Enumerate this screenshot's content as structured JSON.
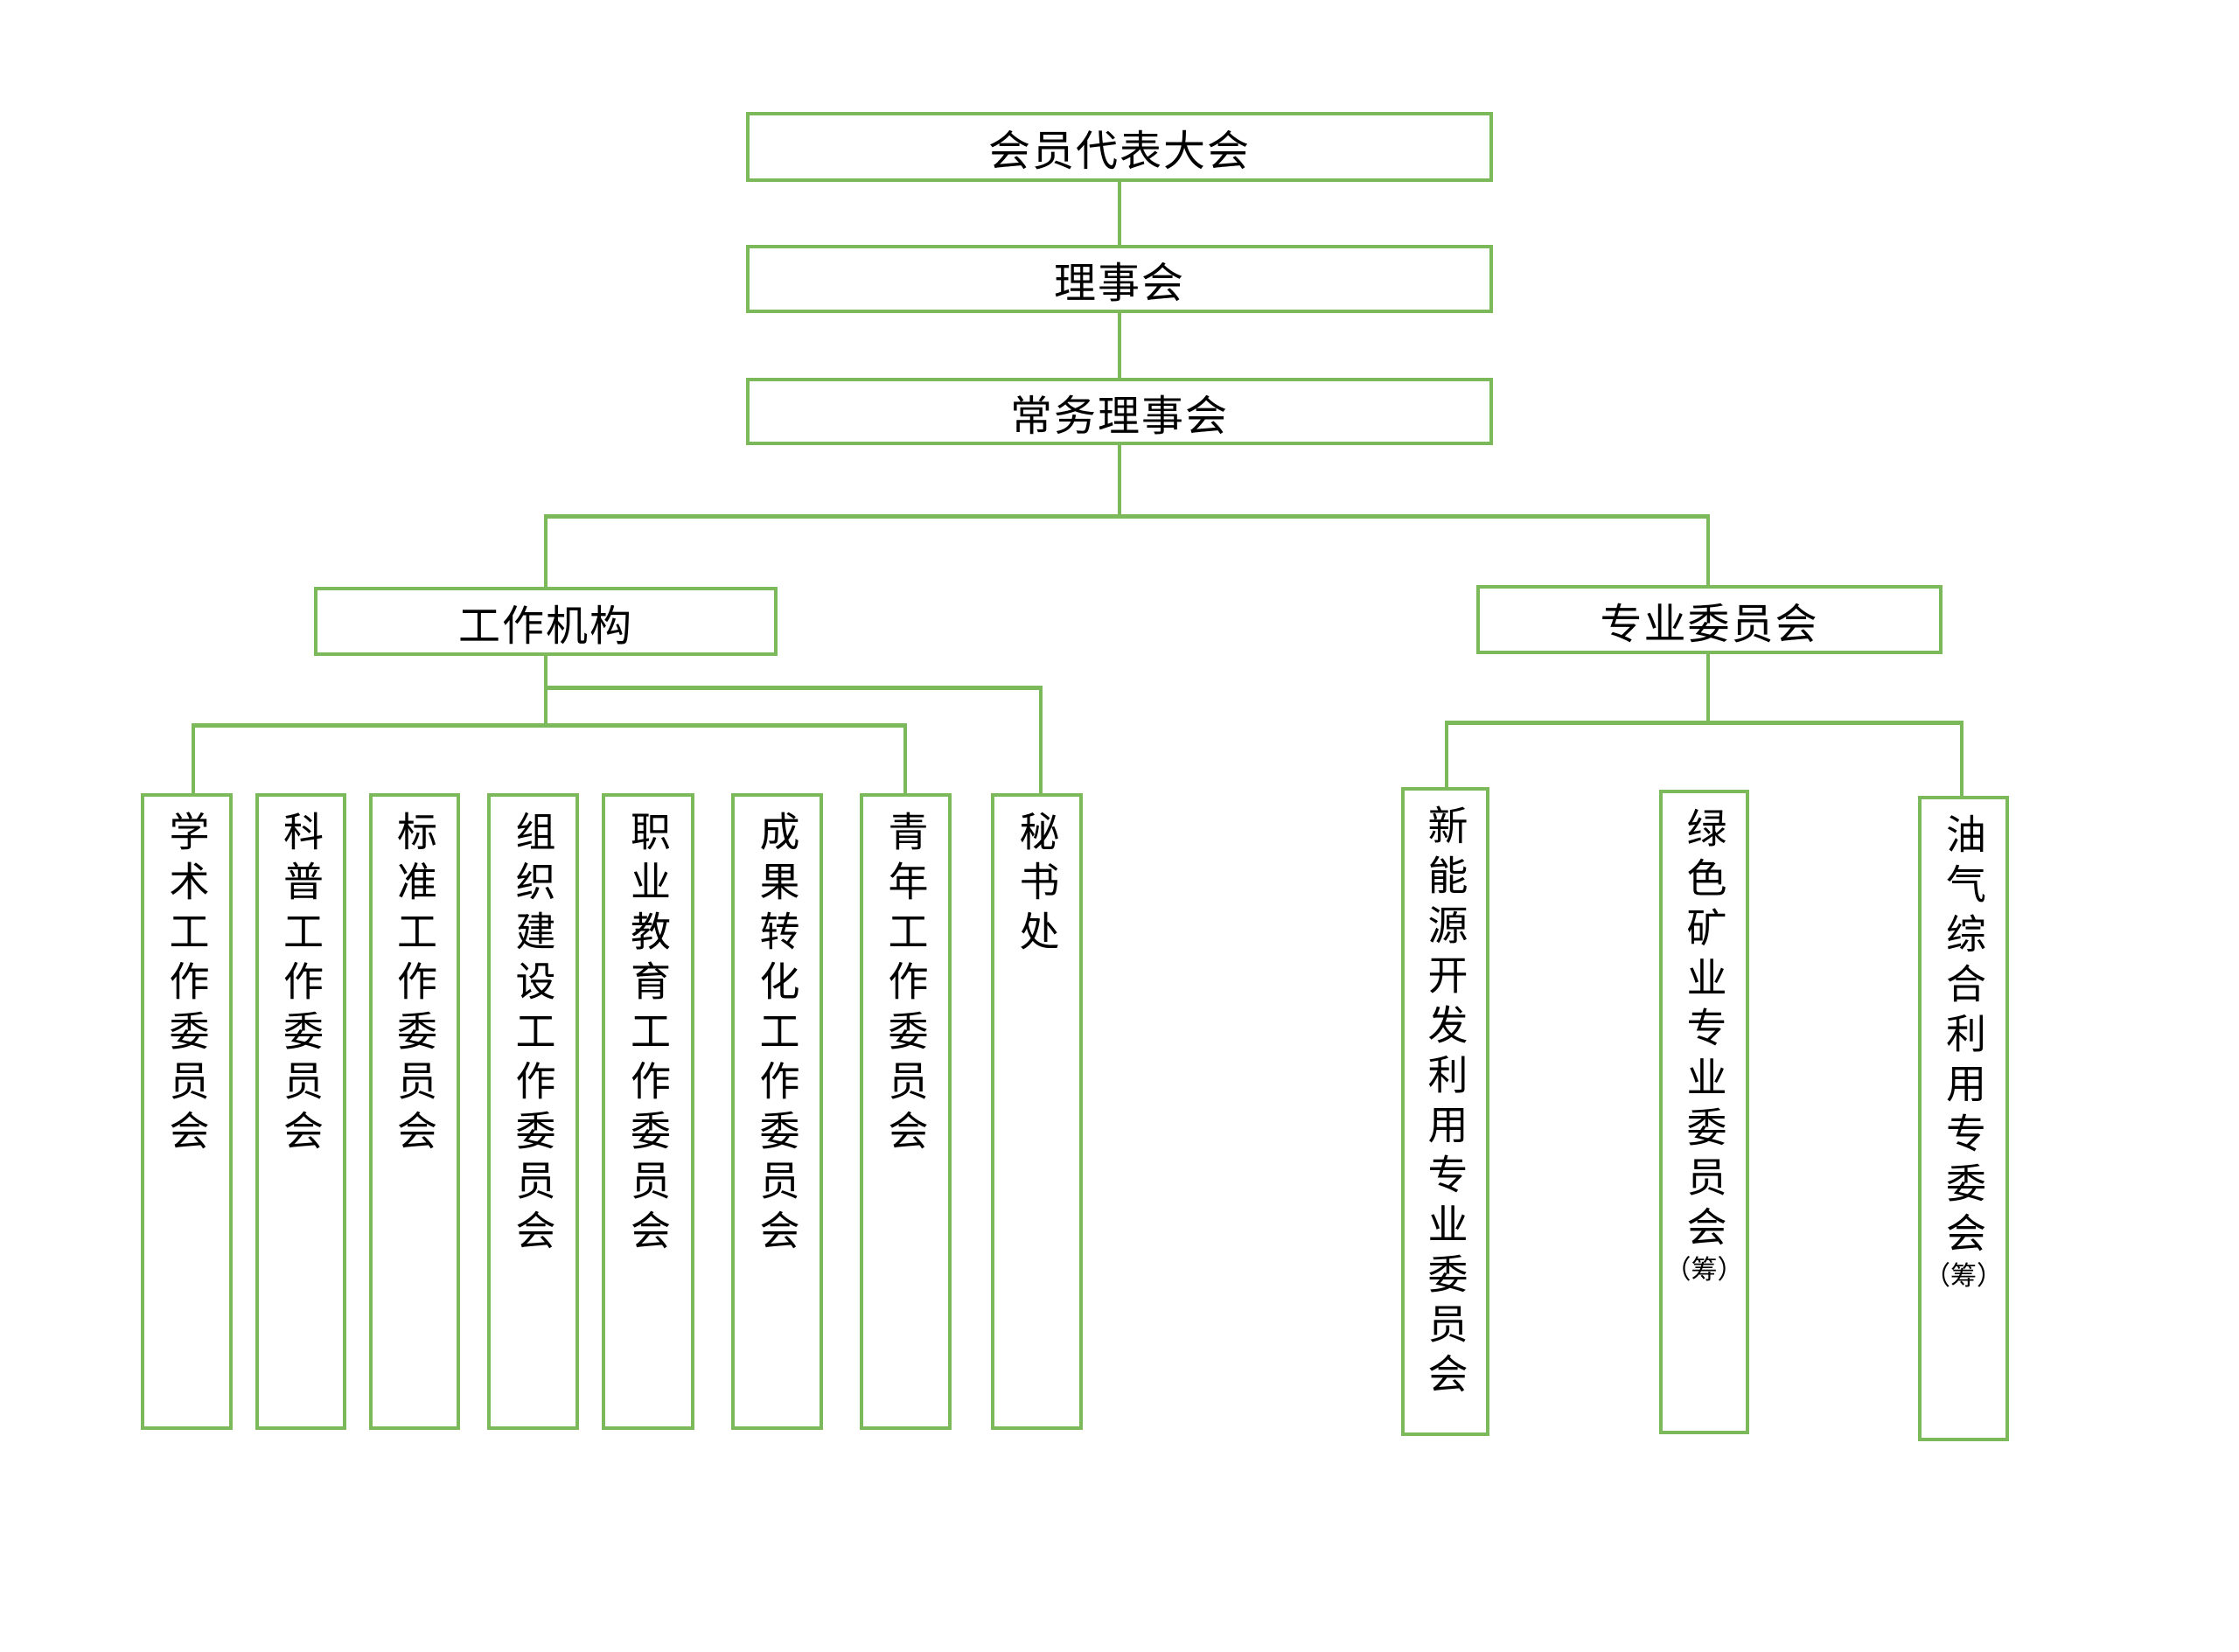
{
  "org_chart": {
    "background": "#FFFFFF",
    "line_color": "#7CB95A",
    "text_color": "#000000",
    "root_chain": [
      {
        "label": "会员代表大会"
      },
      {
        "label": "理事会"
      },
      {
        "label": "常务理事会"
      }
    ],
    "work_bodies": {
      "label": "工作机构",
      "children": [
        {
          "label": "学术工作委员会"
        },
        {
          "label": "科普工作委员会"
        },
        {
          "label": "标准工作委员会"
        },
        {
          "label": "组织建设工作委员会"
        },
        {
          "label": "职业教育工作委员会"
        },
        {
          "label": "成果转化工作委员会"
        },
        {
          "label": "青年工作委员会"
        },
        {
          "label": "秘书处"
        }
      ]
    },
    "professional_committees": {
      "label": "专业委员会",
      "children": [
        {
          "label": "新能源开发利用专业委员会",
          "suffix": ""
        },
        {
          "label": "绿色矿业专业委员会",
          "suffix": "（筹）"
        },
        {
          "label": "油气综合利用专委会",
          "suffix": "（筹）"
        }
      ]
    }
  }
}
